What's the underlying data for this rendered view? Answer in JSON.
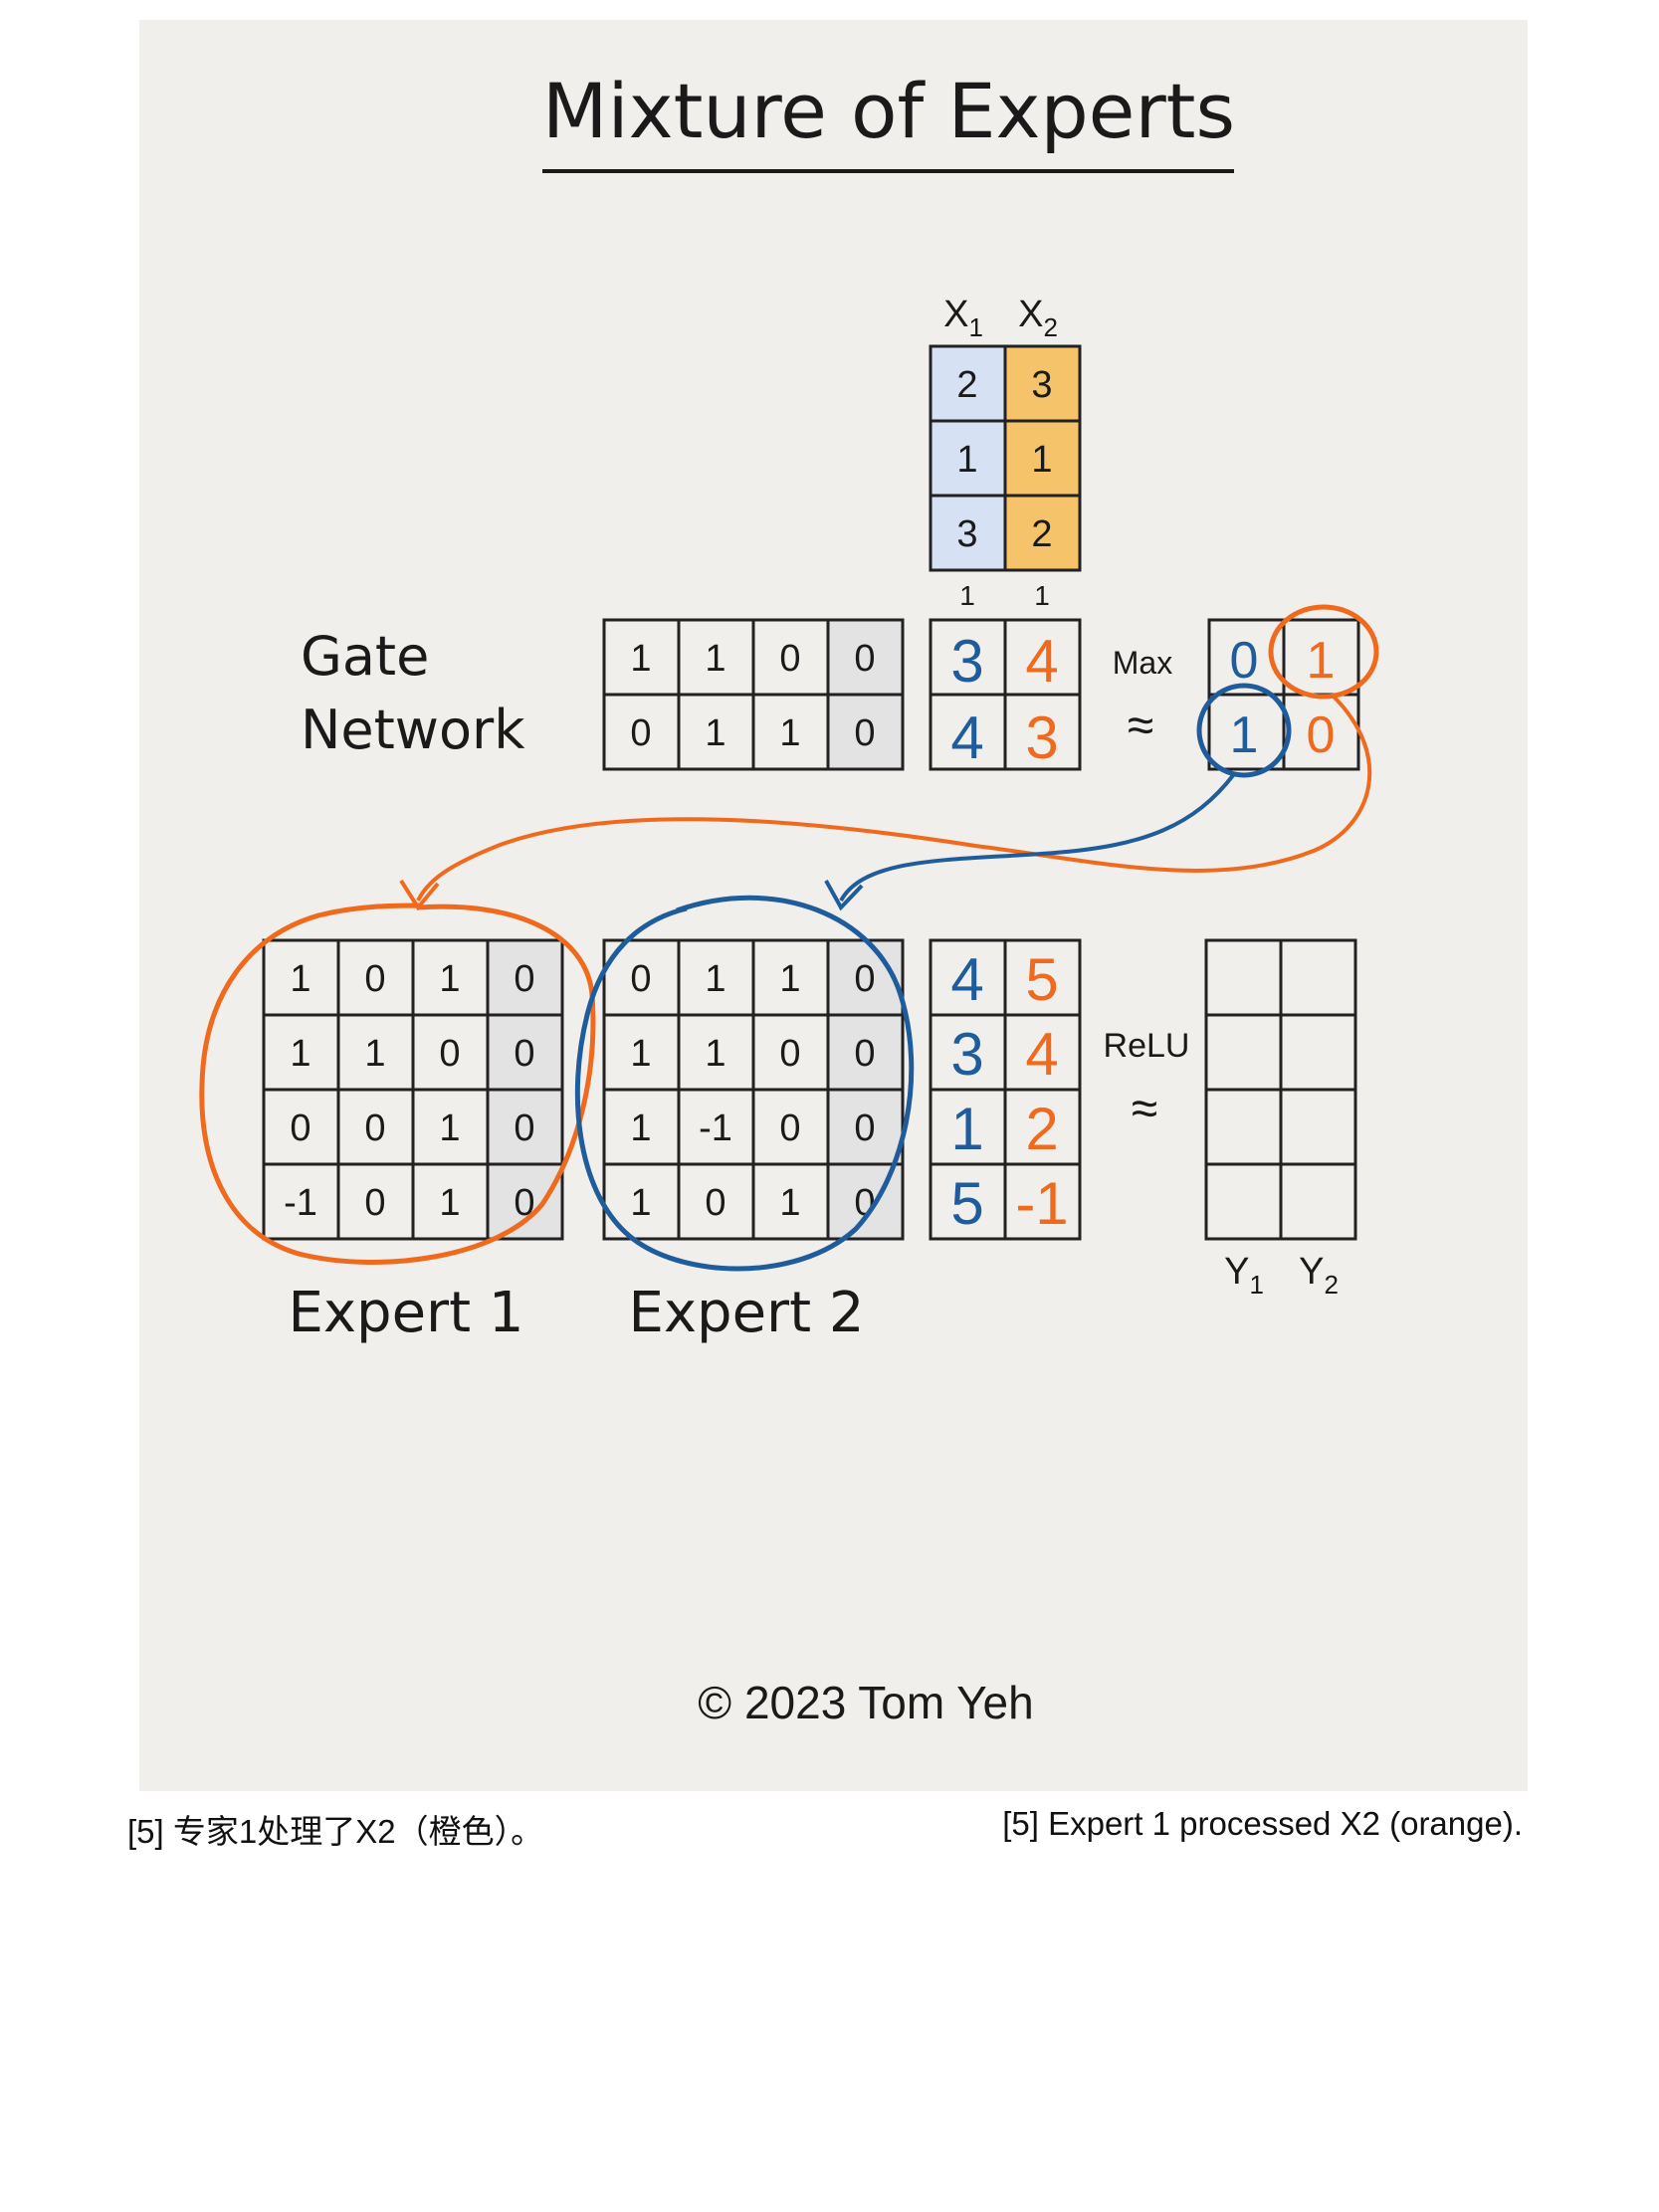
{
  "title": "Mixture of Experts",
  "copyright": "© 2023 Tom Yeh",
  "inputs": {
    "headers": [
      "X",
      "X"
    ],
    "header_subscripts": [
      "1",
      "2"
    ],
    "x1": [
      "2",
      "1",
      "3"
    ],
    "x2": [
      "3",
      "1",
      "2"
    ],
    "bias_row": [
      "1",
      "1"
    ]
  },
  "gate": {
    "label_line1": "Gate",
    "label_line2": "Network",
    "weights": [
      [
        "1",
        "1",
        "0",
        "0"
      ],
      [
        "0",
        "1",
        "1",
        "0"
      ]
    ],
    "outputs": [
      [
        "3",
        "4"
      ],
      [
        "4",
        "3"
      ]
    ],
    "op_label": "Max",
    "approx": "≈",
    "selection": [
      [
        "0",
        "1"
      ],
      [
        "1",
        "0"
      ]
    ]
  },
  "experts": [
    {
      "label": "Expert 1",
      "weights": [
        [
          "1",
          "0",
          "1",
          "0"
        ],
        [
          "1",
          "1",
          "0",
          "0"
        ],
        [
          "0",
          "0",
          "1",
          "0"
        ],
        [
          "-1",
          "0",
          "1",
          "0"
        ]
      ]
    },
    {
      "label": "Expert 2",
      "weights": [
        [
          "0",
          "1",
          "1",
          "0"
        ],
        [
          "1",
          "1",
          "0",
          "0"
        ],
        [
          "1",
          "-1",
          "0",
          "0"
        ],
        [
          "1",
          "0",
          "1",
          "0"
        ]
      ]
    }
  ],
  "expert_outputs": [
    [
      "4",
      "5"
    ],
    [
      "3",
      "4"
    ],
    [
      "1",
      "2"
    ],
    [
      "5",
      "-1"
    ]
  ],
  "relu_label": "ReLU",
  "relu_approx": "≈",
  "outputs": {
    "headers": [
      "Y",
      "Y"
    ],
    "header_subscripts": [
      "1",
      "2"
    ]
  },
  "captions": {
    "zh": "[5] 专家1处理了X2（橙色）。",
    "en": "[5] Expert 1 processed X2 (orange)."
  },
  "colors": {
    "blue": "#1f5c9b",
    "orange": "#f06a1e",
    "x1_fill": "#d6e2f3",
    "x2_fill": "#f5c46a",
    "bias_fill": "#e3e3e3",
    "paper": "#f1efeb"
  }
}
